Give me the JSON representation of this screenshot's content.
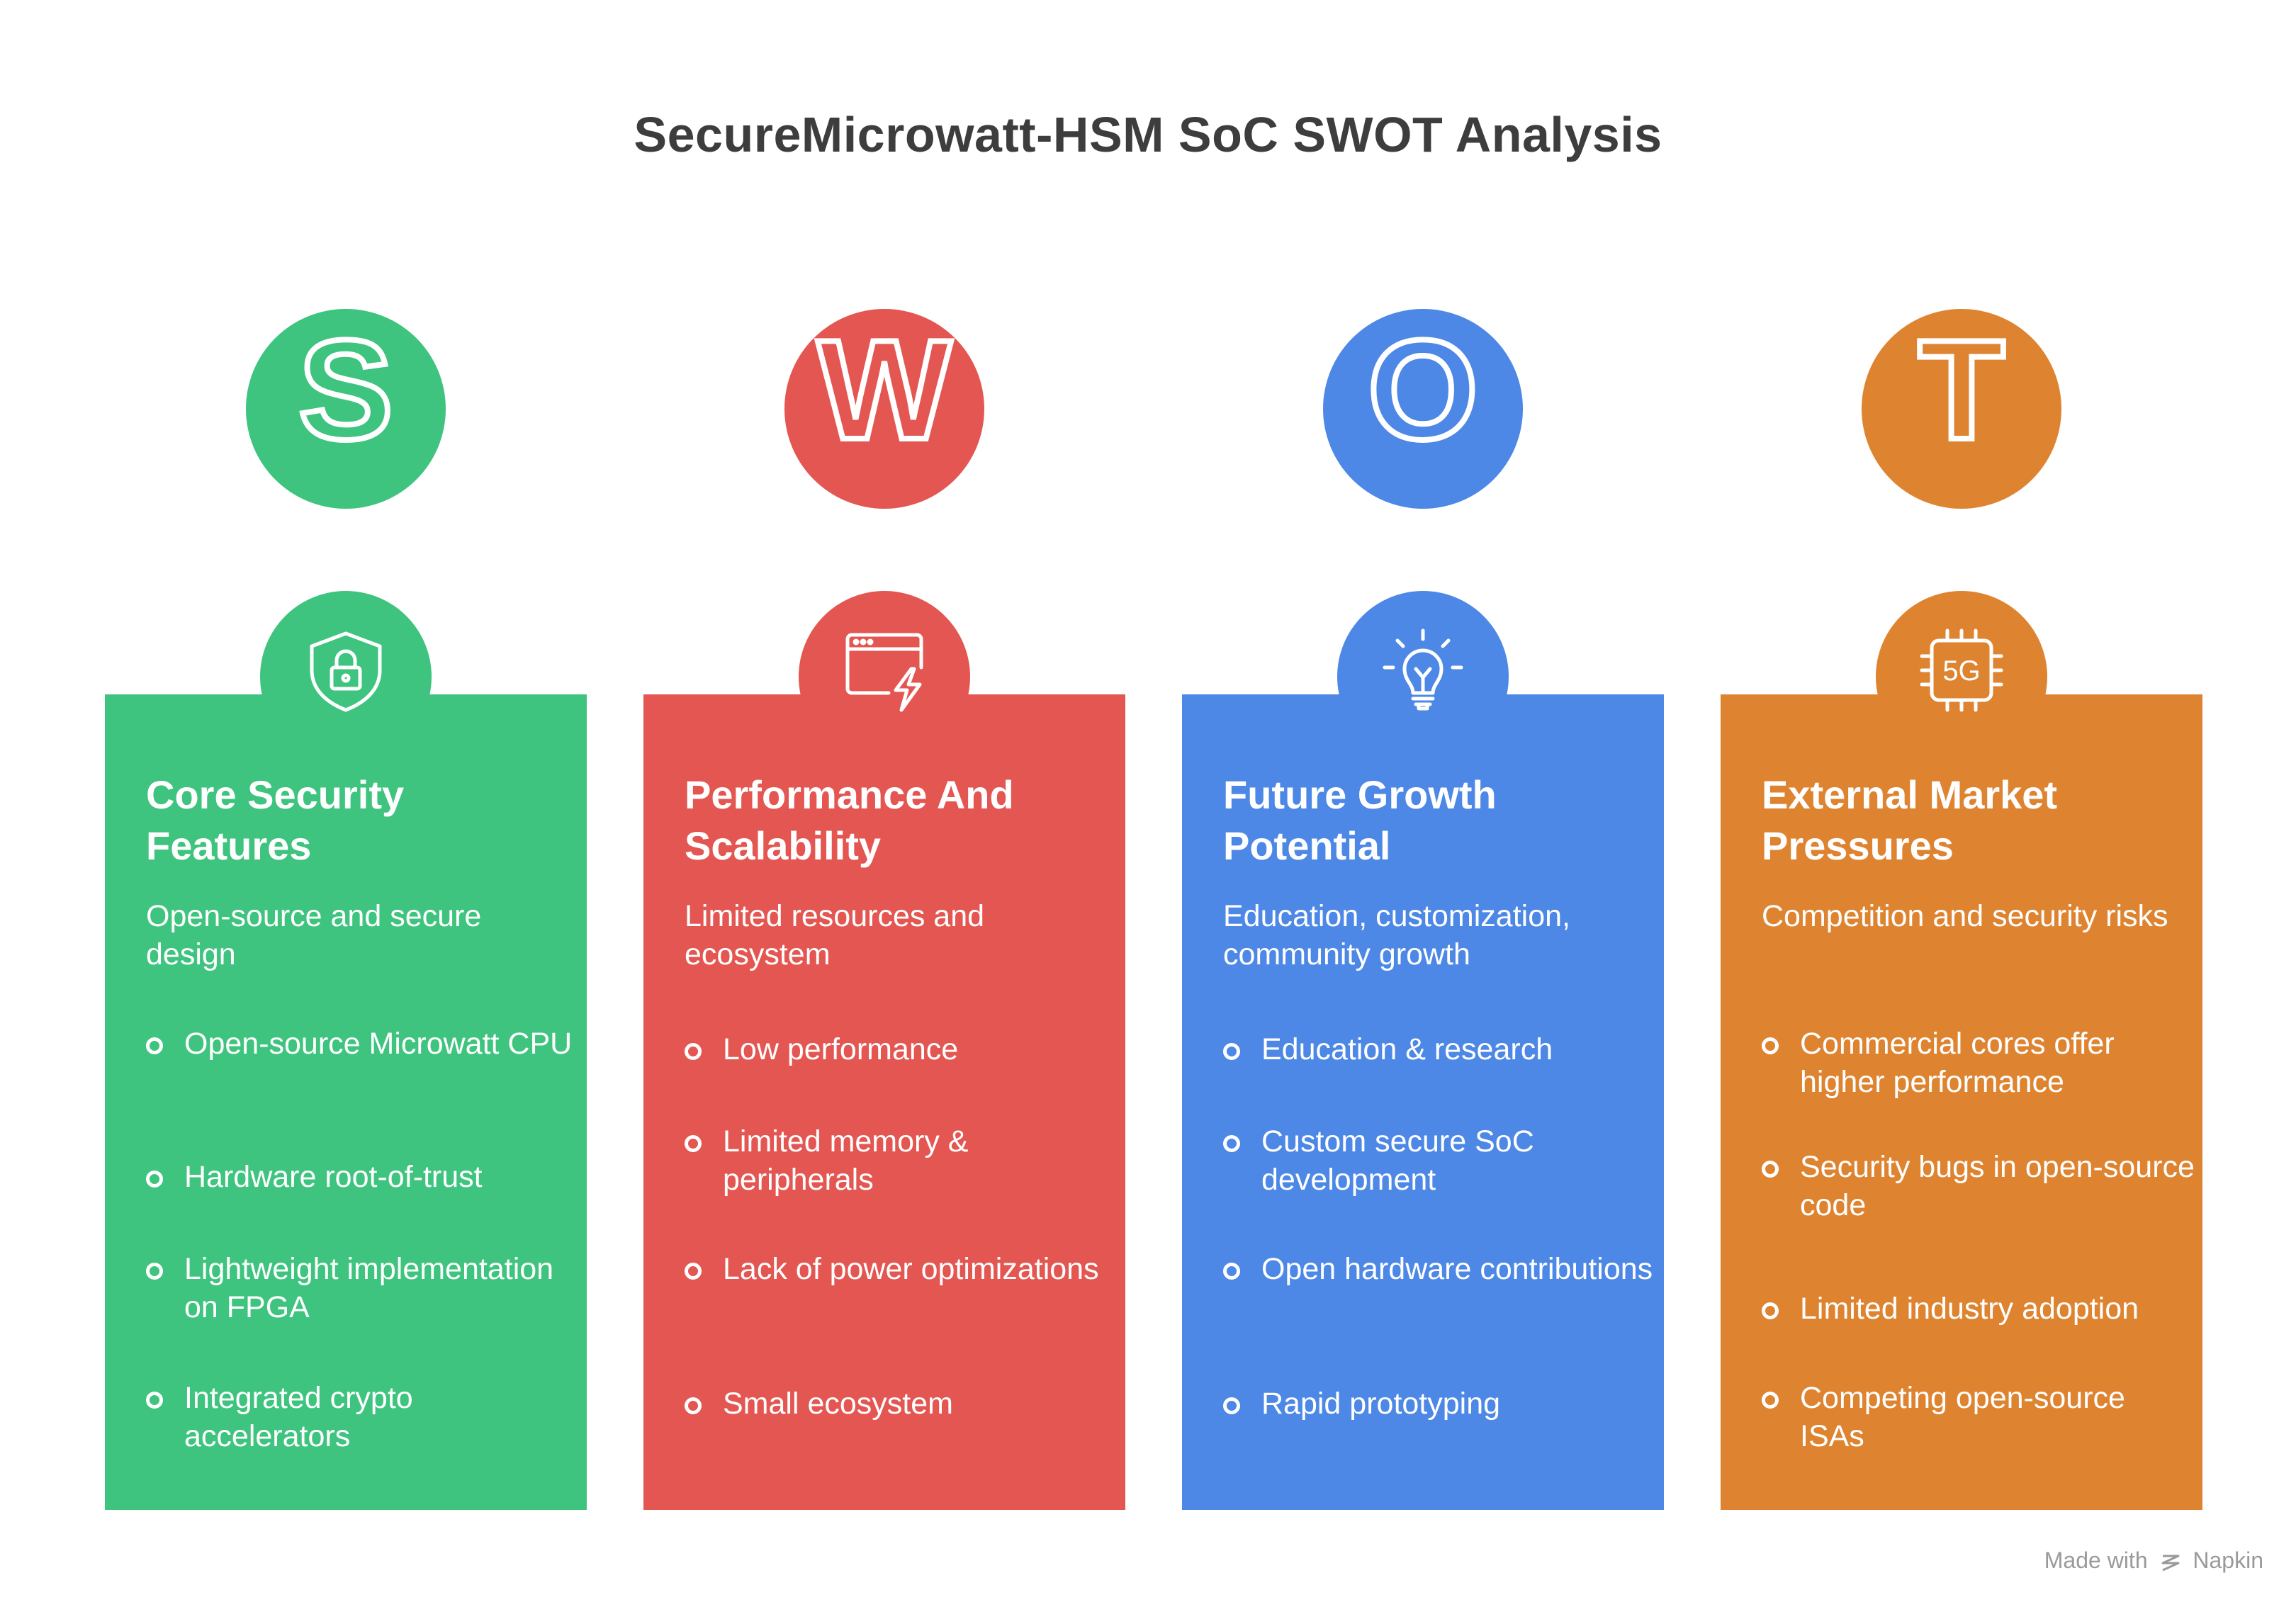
{
  "title": "SecureMicrowatt-HSM SoC SWOT Analysis",
  "columns": [
    {
      "letter": "S",
      "color": "#3ec47e",
      "icon": "shield-lock-icon",
      "heading": "Core Security Features",
      "subtitle": "Open-source and secure design",
      "items": [
        "Open-source Microwatt CPU",
        "Hardware root-of-trust",
        "Lightweight implementation on FPGA",
        "Integrated crypto accelerators"
      ]
    },
    {
      "letter": "W",
      "color": "#e45651",
      "icon": "browser-lightning-icon",
      "heading": "Performance And Scalability",
      "subtitle": "Limited resources and ecosystem",
      "items": [
        "Low performance",
        "Limited memory & peripherals",
        "Lack of power optimizations",
        "Small ecosystem"
      ]
    },
    {
      "letter": "O",
      "color": "#4d88e6",
      "icon": "lightbulb-icon",
      "heading": "Future Growth Potential",
      "subtitle": "Education, customization, community growth",
      "items": [
        "Education & research",
        "Custom secure SoC development",
        "Open hardware contributions",
        "Rapid prototyping"
      ]
    },
    {
      "letter": "T",
      "color": "#de8431",
      "icon": "5g-chip-icon",
      "heading": "External Market Pressures",
      "subtitle": "Competition and security risks",
      "items": [
        "Commercial cores offer higher performance",
        "Security bugs in open-source code",
        "Limited industry adoption",
        "Competing open-source ISAs"
      ]
    }
  ],
  "footer": {
    "made_with": "Made with",
    "brand": "Napkin"
  }
}
